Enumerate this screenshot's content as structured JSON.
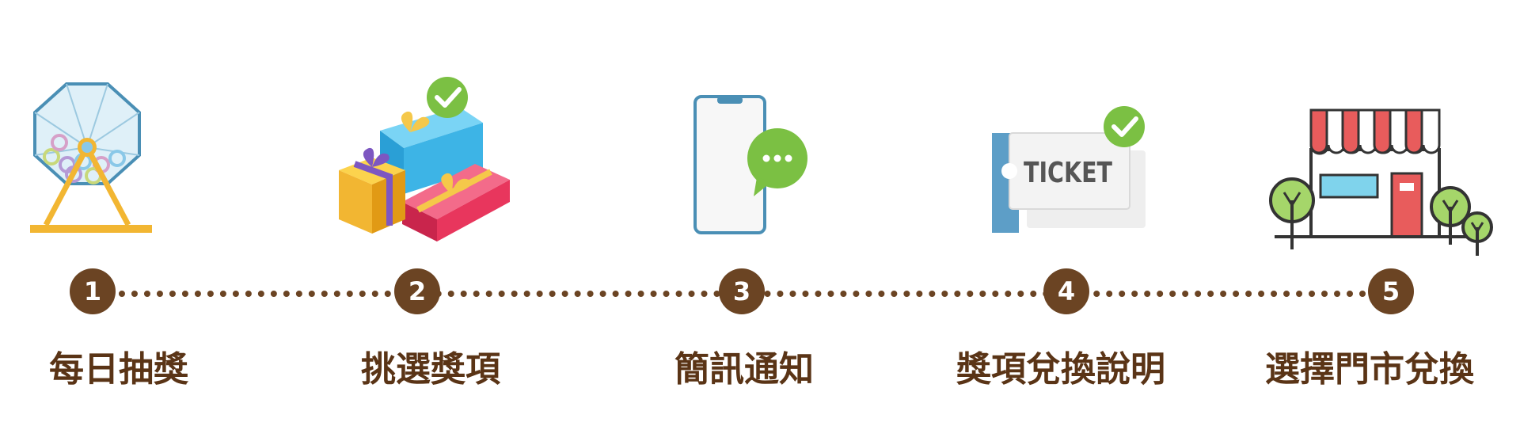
{
  "steps": [
    {
      "number": "1",
      "label": "每日抽獎",
      "icon": "lottery-drum-icon"
    },
    {
      "number": "2",
      "label": "挑選獎項",
      "icon": "gift-boxes-icon"
    },
    {
      "number": "3",
      "label": "簡訊通知",
      "icon": "phone-message-icon"
    },
    {
      "number": "4",
      "label": "獎項兌換說明",
      "icon": "ticket-icon"
    },
    {
      "number": "5",
      "label": "選擇門市兌換",
      "icon": "store-icon"
    }
  ],
  "ticket_text": "TICKET",
  "colors": {
    "brown": "#6b4423",
    "check_green": "#7bc043",
    "gold": "#f2b632",
    "sky_blue": "#3db4e6",
    "pink": "#e8365d",
    "awning_red": "#e85c5c"
  }
}
